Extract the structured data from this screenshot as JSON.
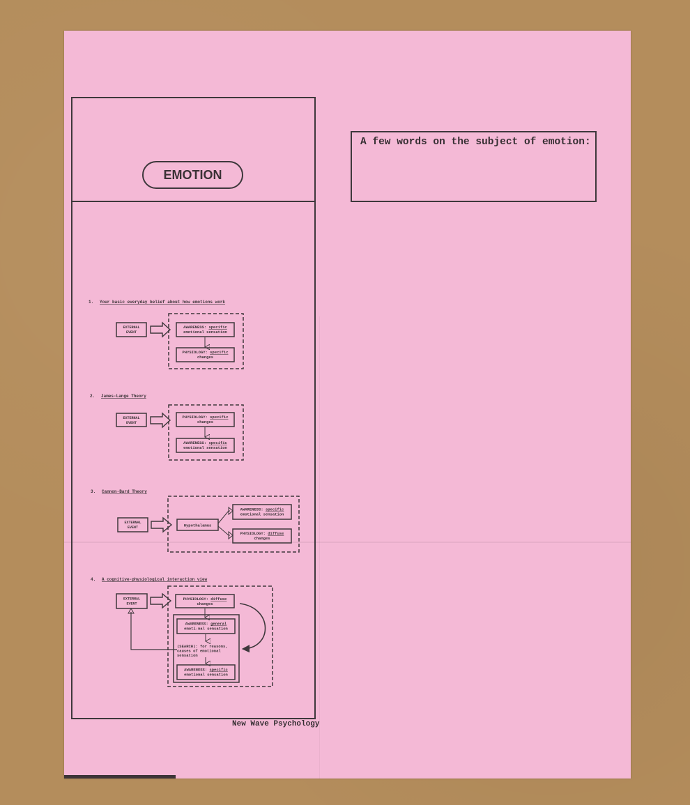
{
  "page": {
    "title": "EMOTION",
    "heading": "A few words on the subject of emotion:",
    "footer": "New Wave Psychology"
  },
  "colors": {
    "background": "#b48d5c",
    "paper": "#f4b9d6",
    "ink": "#3e383c"
  },
  "sections": [
    {
      "number": "1.",
      "title": "Your basic everyday belief about how emotions work",
      "event": [
        "EXTERNAL",
        "EVENT"
      ],
      "boxes": [
        {
          "pre": "AWARENESS: ",
          "key": "specific",
          "line2": "emotional sensation"
        },
        {
          "pre": "PHYSIOLOGY: ",
          "key": "specific",
          "line2": "changes"
        }
      ]
    },
    {
      "number": "2.",
      "title": "James-Lange Theory",
      "event": [
        "EXTERNAL",
        "EVENT"
      ],
      "boxes": [
        {
          "pre": "PHYSIOLOGY: ",
          "key": "specific",
          "line2": "changes"
        },
        {
          "pre": "AWARENESS: ",
          "key": "specific",
          "line2": "emotional sensation"
        }
      ]
    },
    {
      "number": "3.",
      "title": "Cannon-Bard Theory",
      "event": [
        "EXTERNAL",
        "EVENT"
      ],
      "hub": "Hypothalamus",
      "boxes": [
        {
          "pre": "AWARENESS: ",
          "key": "specific",
          "line2": "emotional sensation"
        },
        {
          "pre": "PHYSIOLOGY: ",
          "key": "diffuse",
          "line2": "changes"
        }
      ]
    },
    {
      "number": "4.",
      "title": "A cognitive-physiological interaction view",
      "event": [
        "EXTERNAL",
        "EVENT"
      ],
      "boxes": [
        {
          "pre": "PHYSIOLOGY: ",
          "key": "diffuse",
          "line2": "changes"
        },
        {
          "pre": "AWARENESS: ",
          "key": "general",
          "line2": "emoti-nal sensation"
        },
        {
          "lines": [
            "(SEARCH): for reasons,",
            "causes of emotional",
            "sensation"
          ]
        },
        {
          "pre": "AWARENESS: ",
          "key": "specific",
          "line2": "emotional sensation"
        }
      ]
    }
  ]
}
